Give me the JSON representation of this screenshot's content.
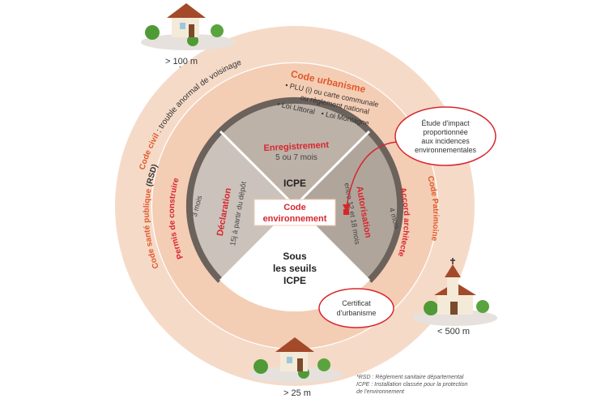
{
  "distances": {
    "top_left": "> 100 m",
    "bottom": "> 25 m",
    "bottom_right": "< 500 m"
  },
  "outer_ring": {
    "code_civil": {
      "title": "Code civil",
      "text": " : trouble anormal de voisinage"
    },
    "code_urbanisme": {
      "title": "Code urbanisme",
      "items": [
        "• PLU (i) ou carte communale",
        "ou règlement national",
        "• Loi Littoral",
        "• Loi Montagne"
      ]
    },
    "code_sante": {
      "title": "Code santé publique",
      "text": " (RSD)"
    },
    "code_patrimoine": {
      "title": "Code Patrimoine"
    }
  },
  "middle_ring": {
    "permis": {
      "title": "Permis de construire",
      "sub": "3 mois"
    },
    "accord": {
      "title": "Accord architecte bâtiment de France",
      "sub": "4 mois"
    }
  },
  "sectors": {
    "enregistrement": {
      "title": "Enregistrement",
      "sub": "5 ou 7 mois"
    },
    "declaration": {
      "title": "Déclaration",
      "sub": "15j à partir du dépôt"
    },
    "autorisation": {
      "title": "Autorisation",
      "sub": "entre 12 et 18 mois"
    },
    "icpe": "ICPE",
    "sous_seuils": [
      "Sous",
      "les seuils",
      "ICPE"
    ]
  },
  "center": [
    "Code",
    "environnement"
  ],
  "callouts": {
    "etude": [
      "Étude d'impact",
      "proportionnée",
      "aux incidences",
      "environnementales"
    ],
    "certificat": [
      "Certificat",
      "d'urbanisme"
    ]
  },
  "footnotes": [
    "*RSD : Règlement sanitaire départemental",
    "ICPE : Installation classée pour la protection",
    "de l'environnement"
  ],
  "colors": {
    "ring_outer": "#f6dac8",
    "ring_mid": "#f4cdb5",
    "accent": "#e05a2b",
    "red": "#d7262e",
    "sector_top": "#bdb2a8",
    "sector_left": "#cbc3bb",
    "sector_right": "#b0a59b",
    "dark_ring": "#6b625c"
  }
}
